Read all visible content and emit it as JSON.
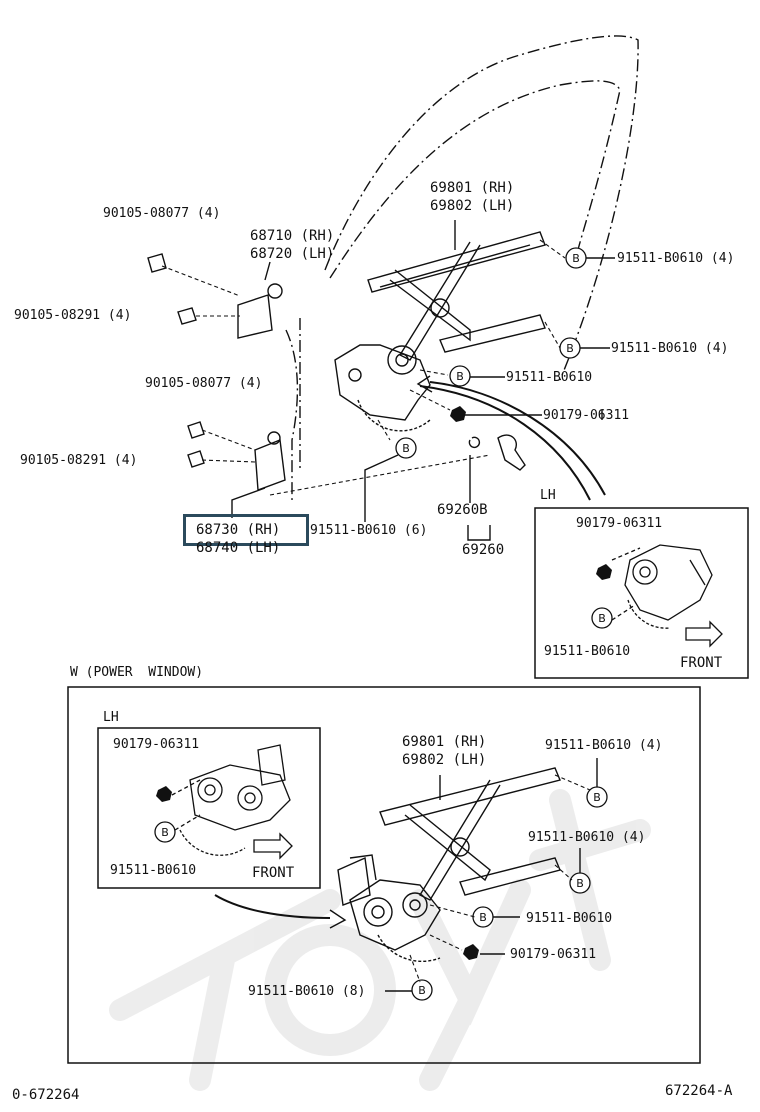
{
  "watermark": "Toyota",
  "main": {
    "labels": {
      "p69801": "69801 (RH)",
      "p69802": "69802 (LH)",
      "p68710": "68710 (RH)",
      "p68720": "68720 (LH)",
      "bolt1": "90105-08077 (4)",
      "bolt2": "90105-08291 (4)",
      "bolt3": "90105-08077 (4)",
      "bolt4": "90105-08291 (4)",
      "b1": "91511-B0610 (4)",
      "b2": "91511-B0610 (4)",
      "b3": "91511-B0610",
      "nut": "90179-06311",
      "b6": "91511-B0610 (6)",
      "p68730": "68730 (RH)",
      "p68740": "68740 (LH)",
      "p69260b": "69260B",
      "p69260": "69260"
    },
    "inset": {
      "title": "LH",
      "nut": "90179-06311",
      "bolt": "91511-B0610",
      "front": "FRONT"
    }
  },
  "power": {
    "title": "W (POWER  WINDOW)",
    "inset": {
      "title": "LH",
      "nut": "90179-06311",
      "bolt": "91511-B0610",
      "front": "FRONT"
    },
    "labels": {
      "p69801": "69801 (RH)",
      "p69802": "69802 (LH)",
      "b1": "91511-B0610 (4)",
      "b2": "91511-B0610 (4)",
      "b3": "91511-B0610",
      "nut": "90179-06311",
      "b8": "91511-B0610 (8)"
    }
  },
  "footer": {
    "left": "0-672264",
    "right": "672264-A"
  },
  "highlight_color": "#2b4a5c"
}
